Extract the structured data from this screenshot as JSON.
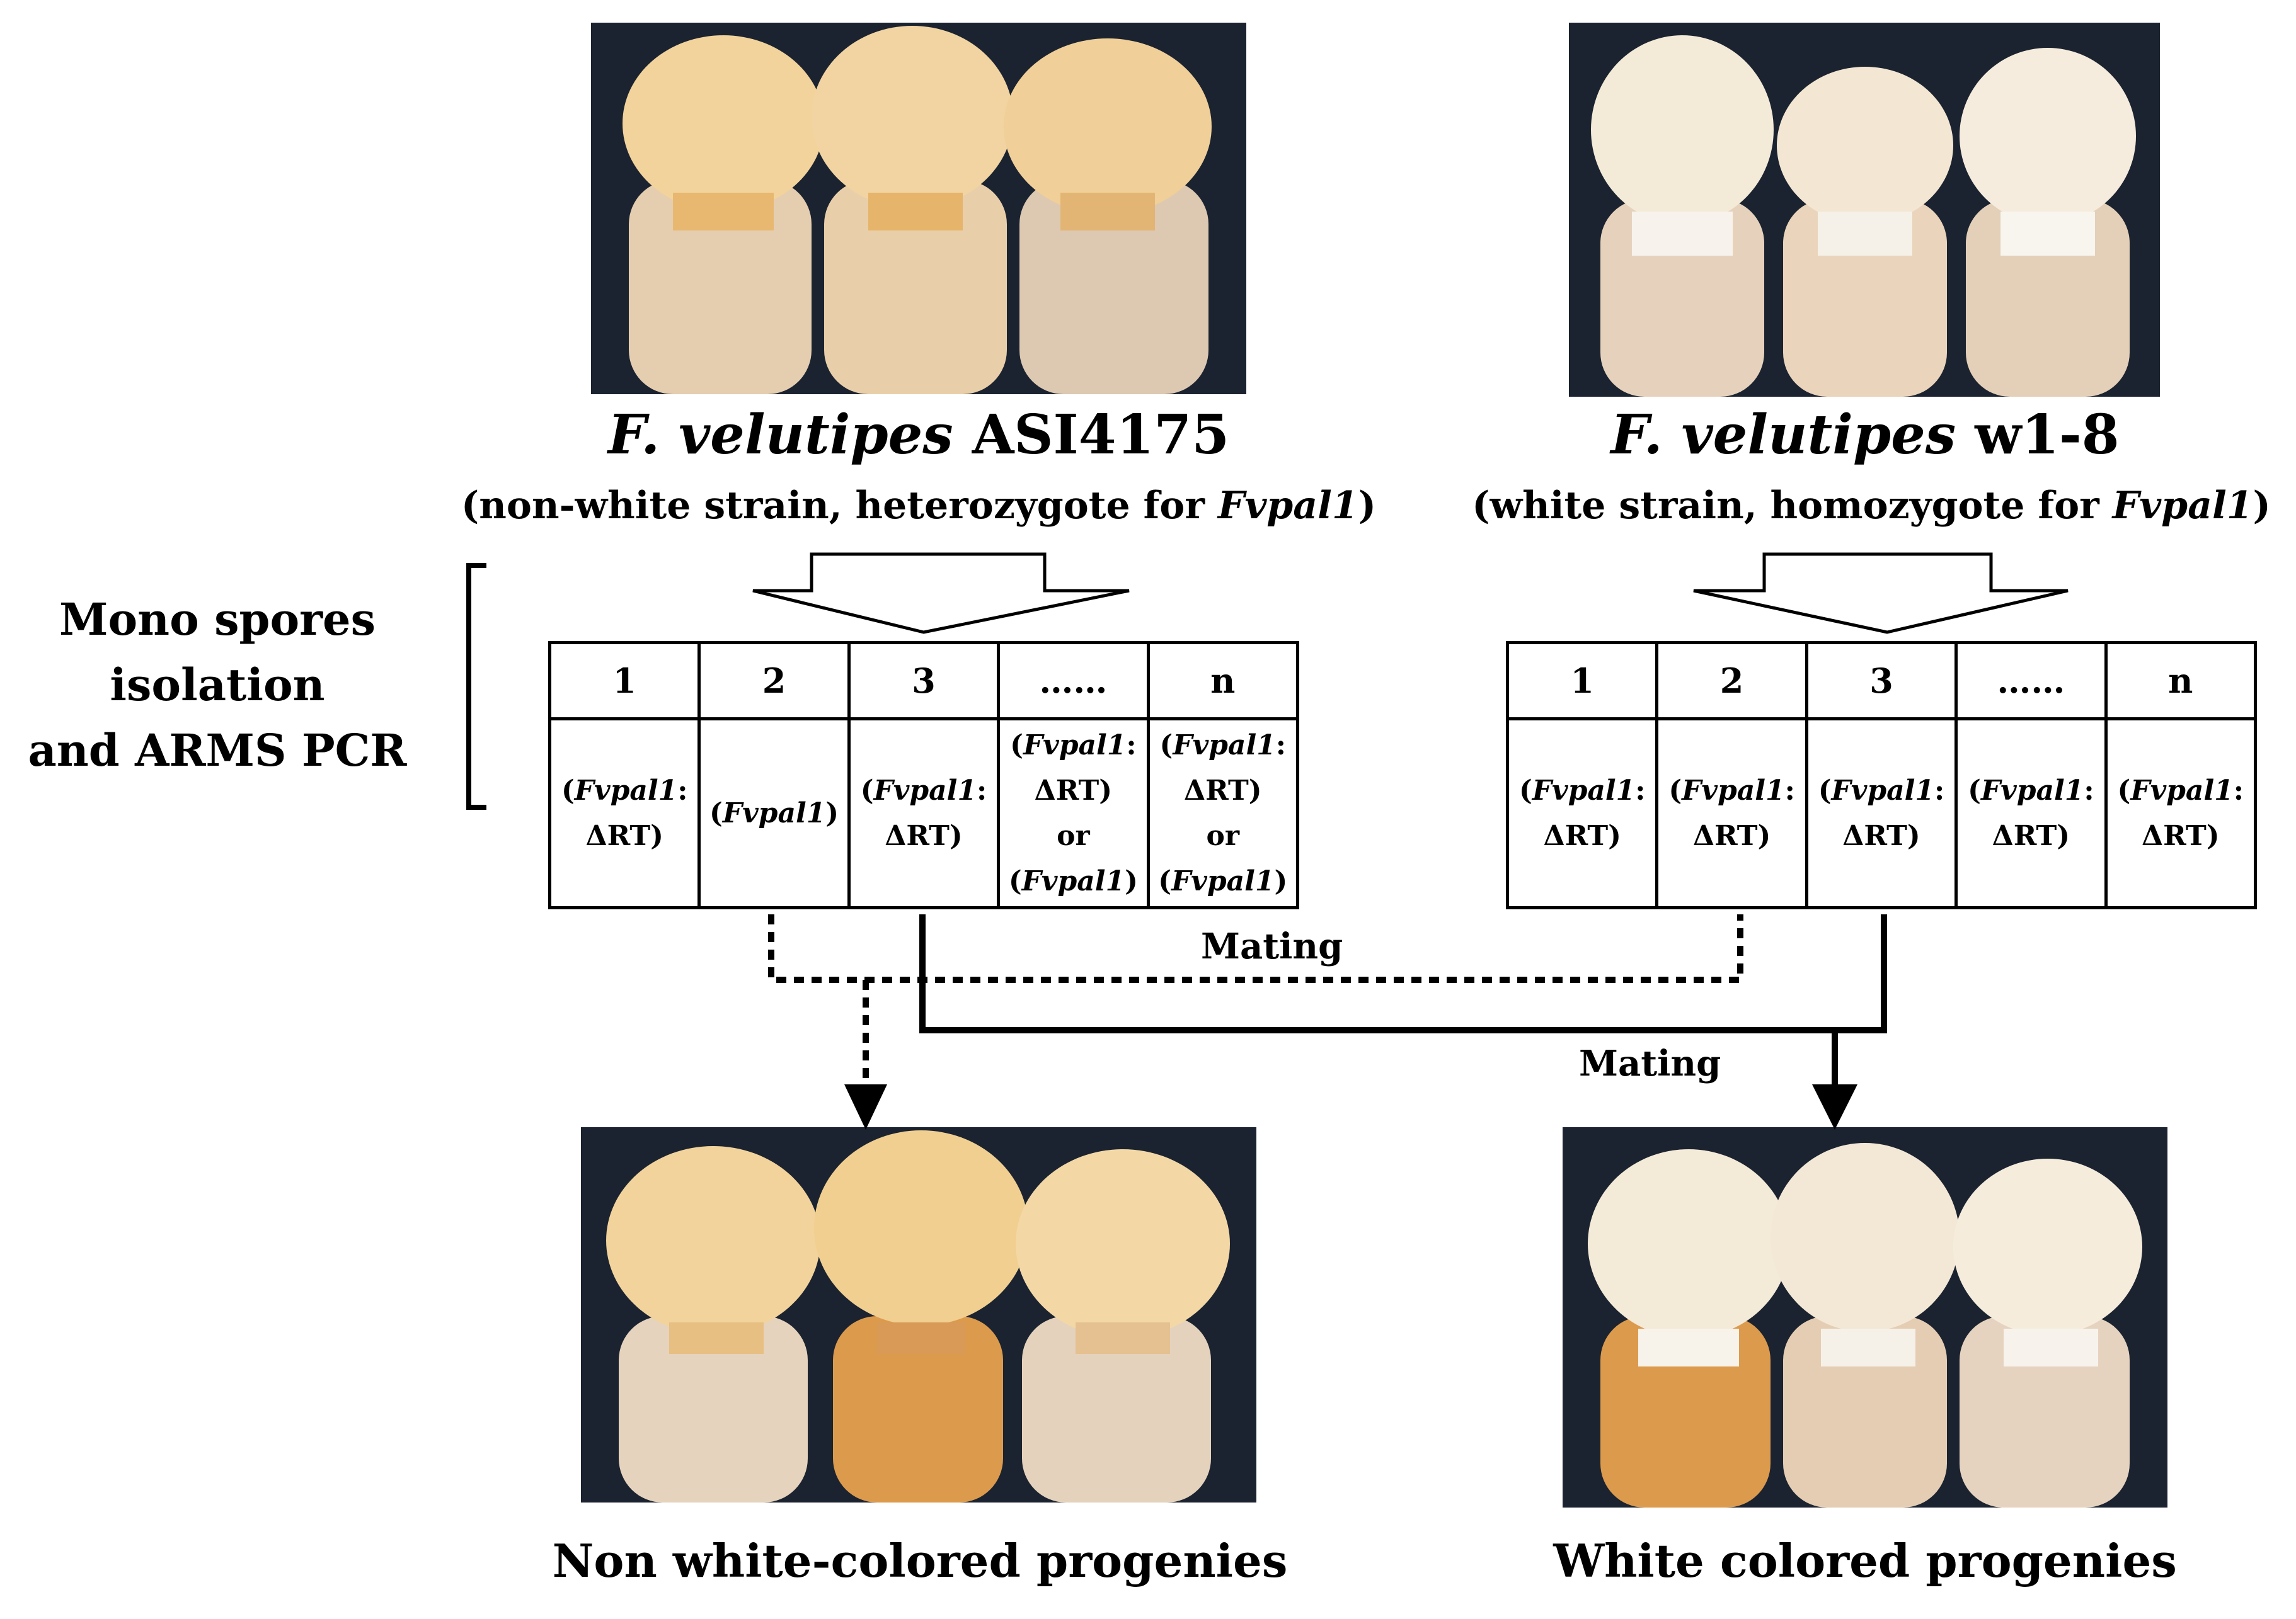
{
  "colors": {
    "background": "#ffffff",
    "line": "#000000",
    "photo_background": "#1b2330",
    "nonwhite_cap": "#f2d39b",
    "white_cap": "#f4ead8",
    "bottle": "#e7d2b8",
    "orange_bottle": "#dc9a4c"
  },
  "parents": {
    "left": {
      "genus": "F. velutipes",
      "strain": "ASI4175",
      "desc_prefix": "(non-white strain, heterozygote for ",
      "gene": "Fvpal1",
      "desc_suffix": ")"
    },
    "right": {
      "genus": "F. velutipes",
      "strain": "w1-8",
      "desc_prefix": "(white strain, homozygote for ",
      "gene": "Fvpal1",
      "desc_suffix": ")"
    }
  },
  "side_label": {
    "line1": "Mono spores",
    "line2": "isolation",
    "line3": "and ARMS PCR"
  },
  "left_table": {
    "headers": [
      "1",
      "2",
      "3",
      "……",
      "n"
    ],
    "c1": {
      "open": "(",
      "gene": "Fvpal1",
      "close": ":",
      "line2": "ΔRT)"
    },
    "c2": {
      "open": "(",
      "gene": "Fvpal1",
      "close": ")"
    },
    "c3": {
      "open": "(",
      "gene": "Fvpal1",
      "close": ":",
      "line2": "ΔRT)"
    },
    "c4": {
      "open": "(",
      "gene": "Fvpal1",
      "close": ":",
      "line2": "ΔRT)",
      "or": "or",
      "open2": "(",
      "gene2": "Fvpal1",
      "close2": ")"
    },
    "c5": {
      "open": "(",
      "gene": "Fvpal1",
      "close": ":",
      "line2": "ΔRT)",
      "or": "or",
      "open2": "(",
      "gene2": "Fvpal1",
      "close2": ")"
    }
  },
  "right_table": {
    "headers": [
      "1",
      "2",
      "3",
      "……",
      "n"
    ],
    "cell": {
      "open": "(",
      "gene": "Fvpal1",
      "close": ":",
      "line2": "ΔRT)"
    }
  },
  "mating_labels": [
    "Mating",
    "Mating"
  ],
  "captions": {
    "left": "Non white-colored progenies",
    "right": "White colored progenies"
  }
}
